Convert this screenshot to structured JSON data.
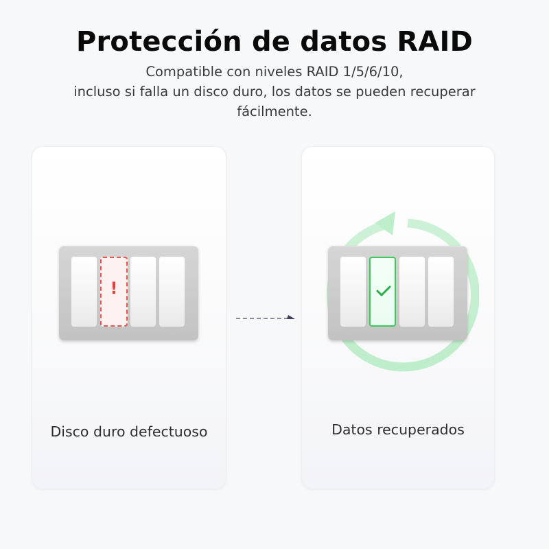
{
  "header": {
    "title": "Protección de datos RAID",
    "subtitle_lines": [
      "Compatible con niveles RAID 1/5/6/10,",
      "incluso si falla un disco duro, los datos se pueden recuperar",
      "fácilmente."
    ]
  },
  "cards": [
    {
      "label": "Disco duro defectuoso",
      "state": "failed",
      "icon": "exclamation-icon",
      "bay_count": 4,
      "highlighted_bay": 2,
      "marker": "!",
      "accent_color": "#e05a4e"
    },
    {
      "label": "Datos recuperados",
      "state": "recovered",
      "icon": "checkmark-icon",
      "bay_count": 4,
      "highlighted_bay": 2,
      "accent_color": "#3cc85a",
      "ring_color": "#cdf2d6"
    }
  ],
  "connector": {
    "icon": "dashed-arrow-right-icon",
    "color": "#3d3d5c"
  }
}
